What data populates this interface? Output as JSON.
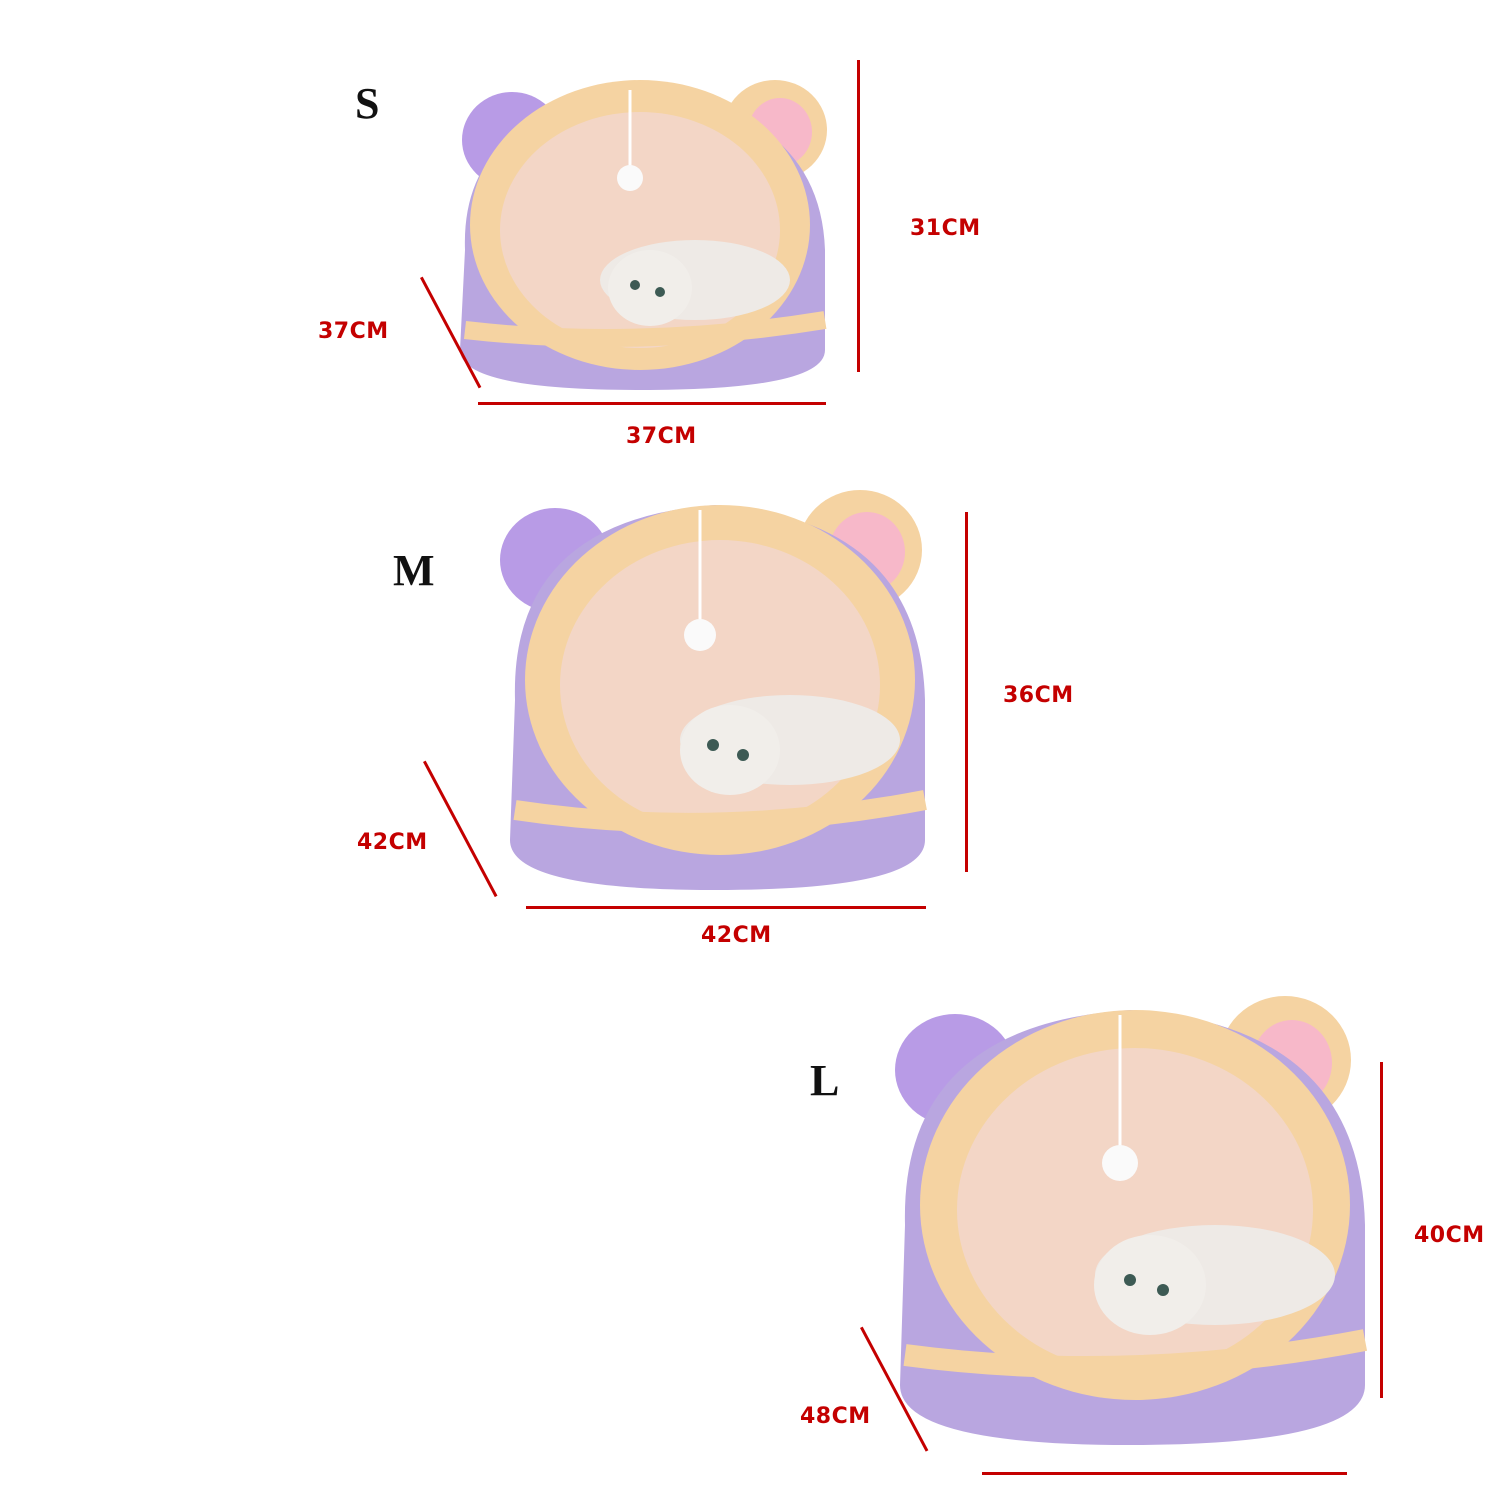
{
  "sizes": [
    {
      "label": "S",
      "depth": "37CM",
      "width": "37CM",
      "height": "31CM"
    },
    {
      "label": "M",
      "depth": "42CM",
      "width": "42CM",
      "height": "36CM"
    },
    {
      "label": "L",
      "depth": "48CM",
      "height": "40CM"
    }
  ],
  "colors": {
    "dimension": "#c40000",
    "bed_body": "#b9a6e0",
    "bed_rim": "#f5d3a2",
    "bed_inner": "#f3d6c6",
    "ear_left": "#b89be6",
    "ear_right": "#f7b8c9"
  }
}
